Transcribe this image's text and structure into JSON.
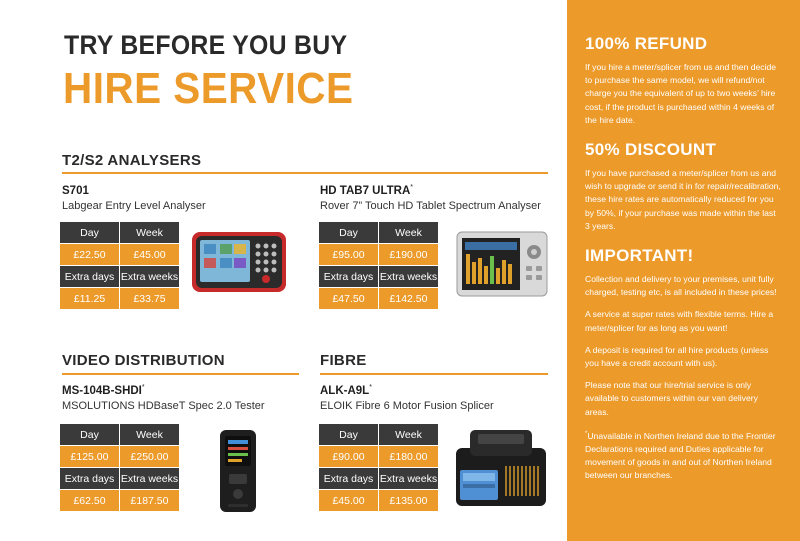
{
  "header": {
    "line1": "TRY BEFORE YOU BUY",
    "line2": "HIRE SERVICE"
  },
  "sections": {
    "t2s2": "T2/S2 ANALYSERS",
    "video": "VIDEO DISTRIBUTION",
    "fibre": "FIBRE"
  },
  "table_labels": {
    "day": "Day",
    "week": "Week",
    "extra_days": "Extra days",
    "extra_weeks": "Extra weeks"
  },
  "products": [
    {
      "code": "S701",
      "star": "",
      "desc": "Labgear Entry Level Analyser",
      "day": "£22.50",
      "week": "£45.00",
      "extra_days": "£11.25",
      "extra_weeks": "£33.75"
    },
    {
      "code": "HD TAB7 ULTRA",
      "star": "*",
      "desc": "Rover 7” Touch HD Tablet Spectrum Analyser",
      "day": "£95.00",
      "week": "£190.00",
      "extra_days": "£47.50",
      "extra_weeks": "£142.50"
    },
    {
      "code": "MS-104B-SHDI",
      "star": "*",
      "desc": "MSOLUTIONS HDBaseT Spec 2.0 Tester",
      "day": "£125.00",
      "week": "£250.00",
      "extra_days": "£62.50",
      "extra_weeks": "£187.50"
    },
    {
      "code": "ALK-A9L",
      "star": "*",
      "desc": "ELOIK Fibre 6 Motor Fusion Splicer",
      "day": "£90.00",
      "week": "£180.00",
      "extra_days": "£45.00",
      "extra_weeks": "£135.00"
    }
  ],
  "sidebar": {
    "refund_title": "100% REFUND",
    "refund_text": "If you hire a meter/splicer from us and then decide to purchase the same model, we will refund/not charge you the equivalent of up to two weeks’ hire cost, if the product is purchased within 4 weeks of the hire date.",
    "discount_title": "50% DISCOUNT",
    "discount_text": "If you have purchased a meter/splicer from us and wish to upgrade or send it in for repair/recalibration, these hire rates are automatically reduced for you by 50%, if your purchase was made within the last 3 years.",
    "important_title": "IMPORTANT!",
    "notes": [
      "Collection and delivery to your premises, unit fully charged, testing etc, is all included in these prices!",
      "A service at super rates with flexible terms. Hire a meter/splicer for as long as you want!",
      "A deposit is required for all hire products (unless you have a credit account with us).",
      "Please note that our hire/trial service is only available to customers within our van delivery areas."
    ],
    "star_mark": "*",
    "star_note": "Unavailable in Northen Ireland due to the Frontier Declarations required and Duties applicable for movement of goods in and out of Northen Ireland between our branches."
  },
  "colors": {
    "accent": "#ec9a2a",
    "dark": "#3a3a3a"
  }
}
